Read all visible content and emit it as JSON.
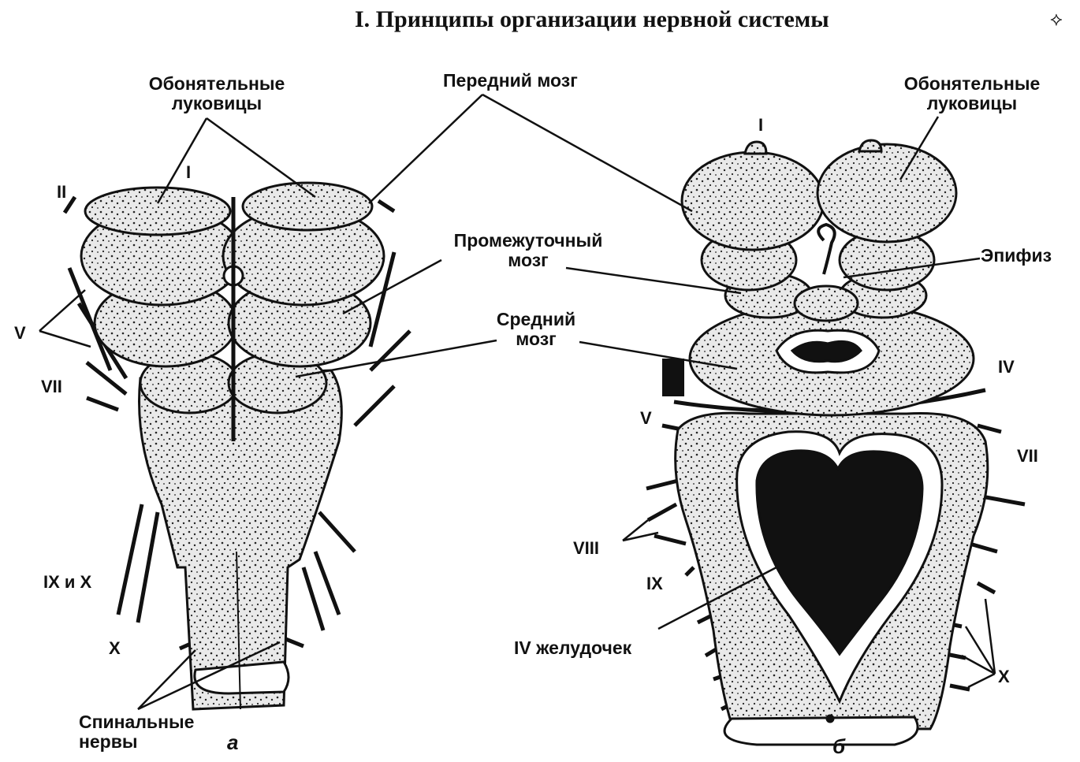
{
  "header": {
    "title": "I. Принципы организации нервной системы",
    "mark": "⟡"
  },
  "colors": {
    "ink": "#111111",
    "tissue": "#e9e9e9",
    "paper": "#ffffff"
  },
  "figure_a": {
    "letter": "a",
    "labels": {
      "olfactory_bulbs": [
        "Обонятельные",
        "луковицы"
      ],
      "nerve_I": "I",
      "nerve_II": "II",
      "nerve_V": "V",
      "nerve_VII": "VII",
      "nerve_IX_X": "IX и X",
      "nerve_X": "X",
      "spinal_nerves": [
        "Спинальные",
        "нервы"
      ]
    }
  },
  "center_labels": {
    "forebrain": "Передний мозг",
    "diencephalon": [
      "Промежуточный",
      "мозг"
    ],
    "midbrain": [
      "Средний",
      "мозг"
    ],
    "fourth_ventricle": "IV желудочек"
  },
  "figure_b": {
    "letter": "б",
    "labels": {
      "olfactory_bulbs": [
        "Обонятельные",
        "луковицы"
      ],
      "nerve_I": "I",
      "epiphysis": "Эпифиз",
      "nerve_IV": "IV",
      "nerve_V": "V",
      "nerve_VII": "VII",
      "nerve_VIII": "VIII",
      "nerve_IX": "IX",
      "nerve_X": "X"
    }
  }
}
